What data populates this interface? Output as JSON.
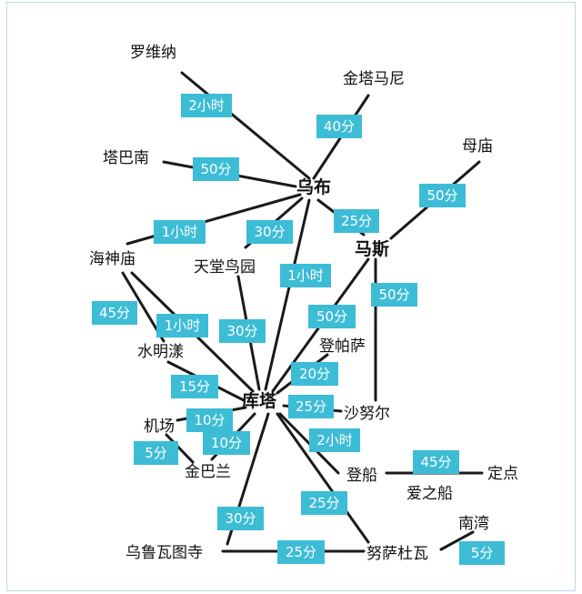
{
  "places": {
    "luoweina": "罗维纳",
    "jintamani": "金塔马尼",
    "tabanan": "塔巴南",
    "ubud": "乌布",
    "mumiao": "母庙",
    "masi": "马斯",
    "haishenmiao": "海神庙",
    "tiantangniaoyuan": "天堂鸟园",
    "shuimingyang": "水明漾",
    "dengpasa": "登帕萨",
    "kuta": "库塔",
    "shanuer": "沙努尔",
    "jichang": "机场",
    "jinbalan": "金巴兰",
    "dengchuan": "登船",
    "dingdian": "定点",
    "aizhichuan": "爱之船",
    "nanwan": "南湾",
    "wuluwatusi": "乌鲁瓦图寺",
    "nusadwa": "努萨杜瓦"
  },
  "times": {
    "luoweina_ubud": "2小时",
    "jintamani_ubud": "40分",
    "tabanan_ubud": "50分",
    "mumiao_masi": "50分",
    "ubud_masi": "25分",
    "haishenmiao_ubud": "1小时",
    "tiantang_ubud": "30分",
    "kuta_ubud": "1小时",
    "masi_shanuer": "50分",
    "masi_kuta": "50分",
    "haishenmiao_shuimingyang": "45分",
    "haishenmiao_kuta": "1小时",
    "tiantang_kuta": "30分",
    "dengpasa_kuta": "20分",
    "shuimingyang_kuta": "15分",
    "shanuer_kuta": "25分",
    "jichang_kuta": "10分",
    "jinbalan_kuta": "10分",
    "jichang_jinbalan": "5分",
    "dengchuan_kuta": "2小时",
    "dengchuan_dingdian": "45分",
    "nusadwa_kuta": "25分",
    "wuluwatu_kuta": "30分",
    "wuluwatu_nusadwa": "25分",
    "nanwan_nusadwa": "5分"
  }
}
